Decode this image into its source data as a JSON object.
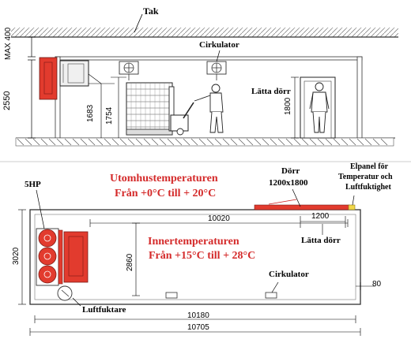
{
  "labels": {
    "roof": "Tak",
    "circulator": "Cirkulator",
    "light_door": "Lätta dörr",
    "hp": "5HP",
    "outdoor_temp": "Utomhustemperaturen",
    "outdoor_range": "Från +0°C till + 20°C",
    "indoor_temp": "Innertemperaturen",
    "indoor_range": "Från +15°C till + 28°C",
    "door": "Dörr",
    "door_size": "1200x1800",
    "panel_1": "Elpanel för",
    "panel_2": "Temperatur och",
    "panel_3": "Luftfuktighet",
    "humidifier": "Luftfuktare"
  },
  "dimensions": {
    "max_400": "MAX 400",
    "h_2550": "2550",
    "h_1683": "1683",
    "h_1754": "1754",
    "h_1800": "1800",
    "w_1200": "1200",
    "w_10020": "10020",
    "h_2860": "2860",
    "h_3020": "3020",
    "w_80": "80",
    "w_10180": "10180",
    "w_10705": "10705"
  },
  "colors": {
    "accent_red": "#d42a2a",
    "unit_red": "#e23b2e",
    "panel_yellow": "#f1d74a"
  }
}
